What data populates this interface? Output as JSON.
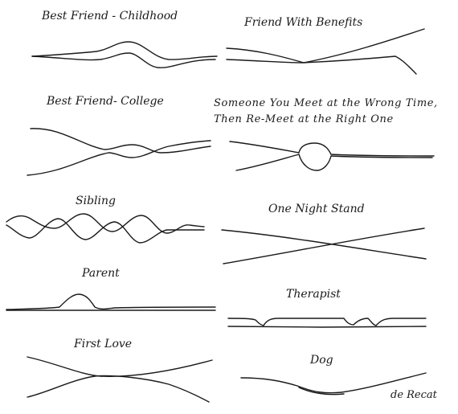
{
  "labels": {
    "best_friend_childhood": "Best Friend - Childhood",
    "friend_with_benefits": "Friend With Benefits",
    "best_friend_college": "Best Friend- College",
    "wrong_time_line1": "Someone You Meet at the Wrong Time,",
    "wrong_time_line2": "Then Re-Meet at the Right One",
    "sibling": "Sibling",
    "one_night_stand": "One Night Stand",
    "parent": "Parent",
    "therapist": "Therapist",
    "first_love": "First Love",
    "dog": "Dog",
    "signature": "de Recat"
  },
  "style": {
    "ink": "#1a1a1a",
    "background": "#ffffff"
  }
}
